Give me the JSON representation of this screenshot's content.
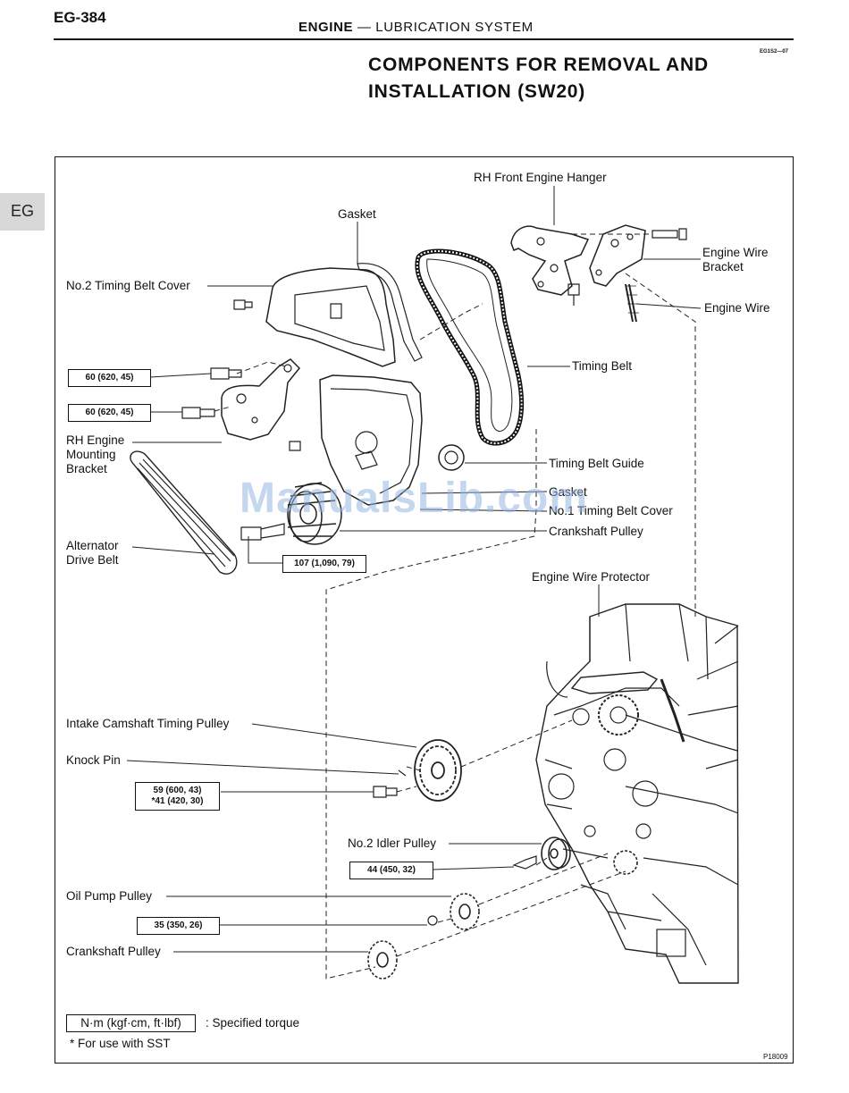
{
  "header": {
    "page_number": "EG-384",
    "section": "ENGINE",
    "dash": "—",
    "subsection": "LUBRICATION SYSTEM",
    "code": "EG1S2—07",
    "tab_label": "EG"
  },
  "title": {
    "line1": "COMPONENTS FOR REMOVAL AND",
    "line2": "INSTALLATION (SW20)"
  },
  "labels": {
    "rh_front_engine_hanger": "RH Front Engine Hanger",
    "gasket_top": "Gasket",
    "no2_timing_belt_cover": "No.2 Timing Belt Cover",
    "engine_wire_bracket_1": "Engine Wire",
    "engine_wire_bracket_2": "Bracket",
    "engine_wire": "Engine Wire",
    "timing_belt": "Timing Belt",
    "rh_engine_mounting_bracket_1": "RH Engine",
    "rh_engine_mounting_bracket_2": "Mounting",
    "rh_engine_mounting_bracket_3": "Bracket",
    "timing_belt_guide": "Timing Belt Guide",
    "gasket_mid": "Gasket",
    "no1_timing_belt_cover": "No.1 Timing Belt Cover",
    "alternator_drive_belt_1": "Alternator",
    "alternator_drive_belt_2": "Drive Belt",
    "crankshaft_pulley_upper": "Crankshaft Pulley",
    "engine_wire_protector": "Engine Wire Protector",
    "intake_camshaft_timing_pulley": "Intake Camshaft Timing Pulley",
    "knock_pin": "Knock Pin",
    "no2_idler_pulley": "No.2 Idler Pulley",
    "oil_pump_pulley": "Oil Pump Pulley",
    "crankshaft_pulley_lower": "Crankshaft Pulley"
  },
  "torques": {
    "t1": "60 (620, 45)",
    "t2": "60 (620, 45)",
    "t3": "107 (1,090, 79)",
    "t4_line1": "59 (600, 43)",
    "t4_line2": "*41 (420, 30)",
    "t5": "44 (450, 32)",
    "t6": "35 (350, 26)"
  },
  "legend": {
    "unit_box": "N·m (kgf·cm, ft·lbf)",
    "unit_text": ":  Specified torque",
    "sst_note": "*  For use with SST"
  },
  "figure_ref": "P18009",
  "watermark": "ManualsLib.com"
}
